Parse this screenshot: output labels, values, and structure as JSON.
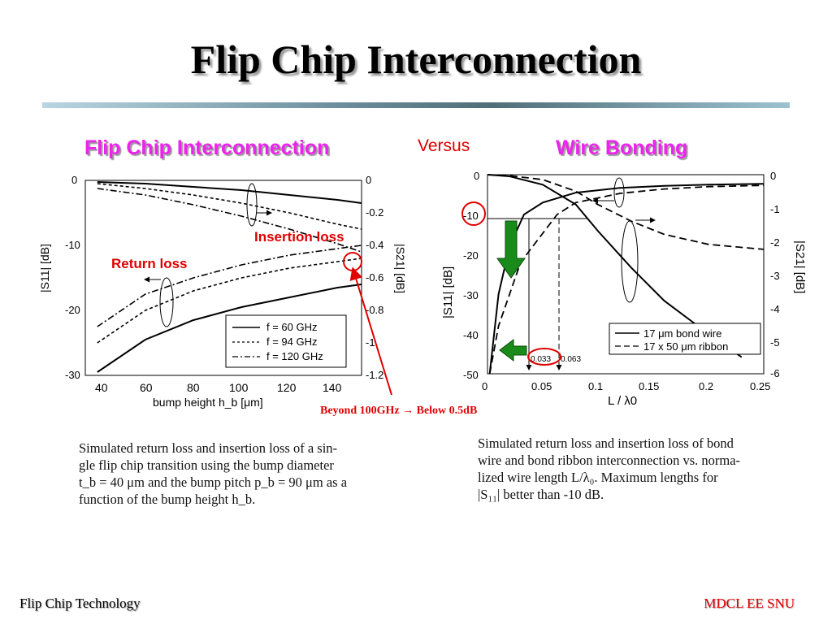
{
  "slide": {
    "title": "Flip Chip Interconnection",
    "versus": "Versus",
    "footer_left": "Flip Chip Technology",
    "footer_right": "MDCL EE SNU",
    "note_beyond": "Beyond 100GHz → Below 0.5dB"
  },
  "colors": {
    "heading": "#ee22ee",
    "annotation": "#e00000",
    "arrow_green": "#1a8a1a"
  },
  "left_panel": {
    "heading": "Flip Chip Interconnection",
    "annot_insertion": "Insertion loss",
    "annot_return": "Return loss",
    "caption_lines": [
      "Simulated return loss and insertion loss of a sin-",
      "gle flip chip transition using the bump diameter",
      "t_b = 40 μm and the bump pitch p_b = 90 μm as a",
      "function of the bump height h_b."
    ]
  },
  "right_panel": {
    "heading": "Wire Bonding",
    "marker_1": "0.033",
    "marker_2": "0.063",
    "caption_lines": [
      "Simulated return loss and insertion loss of bond",
      "wire and bond ribbon interconnection vs. norma-",
      "lized wire length L/λ₀. Maximum lengths for",
      "|S₁₁| better than -10 dB."
    ]
  },
  "chart_data": [
    {
      "type": "line",
      "xlabel": "bump height h_b  [μm]",
      "ylabel_left": "|S11|  [dB]",
      "ylabel_right": "|S21|  [dB]",
      "xlim": [
        35,
        150
      ],
      "ylim_left": [
        -30,
        0
      ],
      "ylim_right": [
        -1.2,
        0
      ],
      "xticks": [
        "40",
        "60",
        "80",
        "100",
        "120",
        "140"
      ],
      "yticks_left": [
        "0",
        "-10",
        "-20",
        "-30"
      ],
      "yticks_right": [
        "0",
        "-0.2",
        "-0.4",
        "-0.6",
        "-0.8",
        "-1",
        "-1.2"
      ],
      "legend": [
        "f =   60 GHz",
        "f =   94 GHz",
        "f = 120 GHz"
      ],
      "series": [
        {
          "name": "f =   60 GHz",
          "quantity": "S11",
          "x": [
            40,
            60,
            80,
            100,
            120,
            140,
            150
          ],
          "y": [
            -29.5,
            -24.5,
            -21.5,
            -19.5,
            -18,
            -16.5,
            -16
          ]
        },
        {
          "name": "f =   94 GHz",
          "quantity": "S11",
          "x": [
            40,
            60,
            80,
            100,
            120,
            140,
            150
          ],
          "y": [
            -25,
            -20,
            -17,
            -15,
            -13.5,
            -12.5,
            -12
          ]
        },
        {
          "name": "f = 120 GHz",
          "quantity": "S11",
          "x": [
            40,
            60,
            80,
            100,
            120,
            140,
            150
          ],
          "y": [
            -22.5,
            -17.5,
            -15,
            -13,
            -11.5,
            -10.5,
            -10
          ]
        },
        {
          "name": "f =   60 GHz",
          "quantity": "S21",
          "x": [
            40,
            60,
            80,
            100,
            120,
            140,
            150
          ],
          "y": [
            -0.01,
            -0.02,
            -0.04,
            -0.06,
            -0.09,
            -0.12,
            -0.14
          ]
        },
        {
          "name": "f =   94 GHz",
          "quantity": "S21",
          "x": [
            40,
            60,
            80,
            100,
            120,
            140,
            150
          ],
          "y": [
            -0.02,
            -0.05,
            -0.09,
            -0.14,
            -0.2,
            -0.27,
            -0.3
          ]
        },
        {
          "name": "f = 120 GHz",
          "quantity": "S21",
          "x": [
            40,
            60,
            80,
            100,
            120,
            140,
            150
          ],
          "y": [
            -0.05,
            -0.09,
            -0.15,
            -0.22,
            -0.3,
            -0.39,
            -0.44
          ]
        }
      ]
    },
    {
      "type": "line",
      "xlabel": "L / λ0",
      "ylabel_left": "|S11|  [dB]",
      "ylabel_right": "|S21|  [dB]",
      "xlim": [
        0,
        0.25
      ],
      "ylim_left": [
        -50,
        0
      ],
      "ylim_right": [
        -6,
        0
      ],
      "xticks": [
        "0",
        "0.05",
        "0.1",
        "0.15",
        "0.2",
        "0.25"
      ],
      "yticks_left": [
        "0",
        "-10",
        "-20",
        "-30",
        "-40",
        "-50"
      ],
      "yticks_right": [
        "0",
        "-1",
        "-2",
        "-3",
        "-4",
        "-5",
        "-6"
      ],
      "legend": [
        "17 μm bond wire",
        "17 x 50 μm ribbon"
      ],
      "series": [
        {
          "name": "17 μm bond wire",
          "quantity": "S11",
          "x": [
            0.002,
            0.01,
            0.02,
            0.033,
            0.05,
            0.08,
            0.12,
            0.16,
            0.2,
            0.25
          ],
          "y": [
            -50,
            -30,
            -18,
            -10,
            -7,
            -4.5,
            -3.3,
            -2.8,
            -2.5,
            -2.3
          ]
        },
        {
          "name": "17 x 50 μm ribbon",
          "quantity": "S11",
          "x": [
            0.002,
            0.01,
            0.03,
            0.063,
            0.08,
            0.12,
            0.16,
            0.2,
            0.25
          ],
          "y": [
            -50,
            -38,
            -22,
            -10,
            -7,
            -4.7,
            -3.6,
            -3,
            -2.7
          ]
        },
        {
          "name": "17 μm bond wire",
          "quantity": "S21",
          "x": [
            0,
            0.02,
            0.05,
            0.08,
            0.1,
            0.13,
            0.16,
            0.2,
            0.23
          ],
          "y": [
            0,
            -0.05,
            -0.3,
            -0.9,
            -1.7,
            -2.8,
            -3.8,
            -4.8,
            -5.5
          ]
        },
        {
          "name": "17 x 50 μm ribbon",
          "quantity": "S21",
          "x": [
            0,
            0.02,
            0.05,
            0.08,
            0.1,
            0.13,
            0.16,
            0.2,
            0.25
          ],
          "y": [
            0,
            -0.03,
            -0.15,
            -0.5,
            -0.9,
            -1.4,
            -1.8,
            -2.1,
            -2.25
          ]
        }
      ]
    }
  ]
}
